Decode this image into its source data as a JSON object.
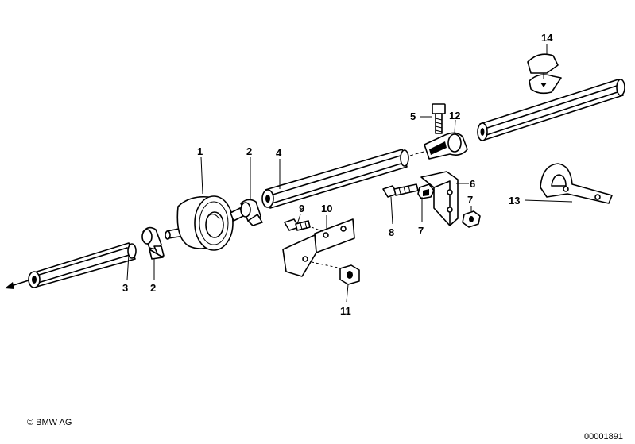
{
  "callouts": {
    "c1": "1",
    "c2a": "2",
    "c2b": "2",
    "c3": "3",
    "c4": "4",
    "c5": "5",
    "c6": "6",
    "c7a": "7",
    "c7b": "7",
    "c8": "8",
    "c9": "9",
    "c10": "10",
    "c11": "11",
    "c12": "12",
    "c13": "13",
    "c14": "14"
  },
  "footer": {
    "copyright": "© BMW AG",
    "image_number": "00001891"
  }
}
